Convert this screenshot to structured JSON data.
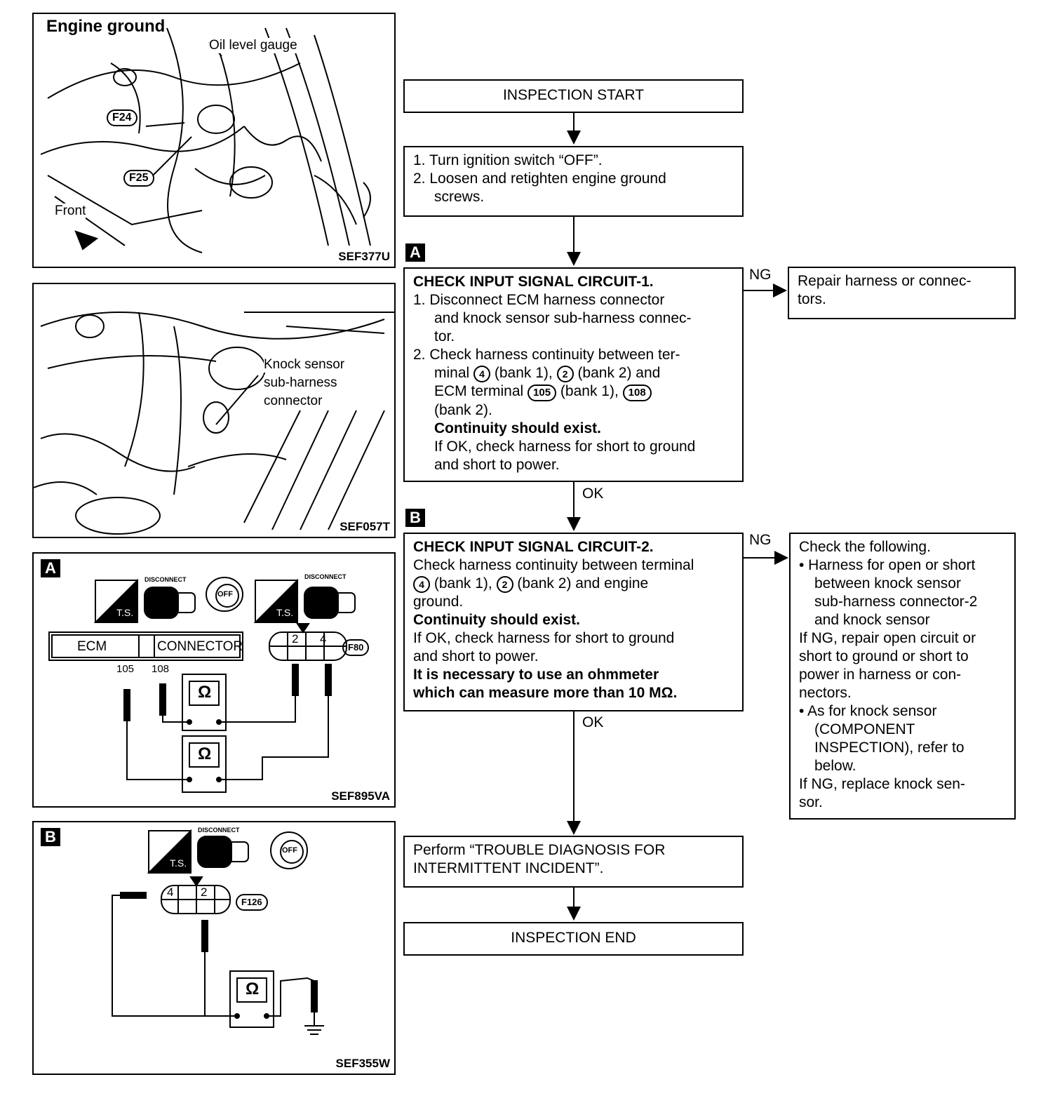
{
  "panels": {
    "p1": {
      "title": "Engine ground",
      "oil_label": "Oil level gauge",
      "f24": "F24",
      "f25": "F25",
      "front": "Front",
      "code": "SEF377U"
    },
    "p2": {
      "knock_l1": "Knock sensor",
      "knock_l2": "sub-harness",
      "knock_l3": "connector",
      "code": "SEF057T"
    },
    "p3": {
      "tag": "A",
      "disconnect": "DISCONNECT",
      "ts": "T.S.",
      "off": "OFF",
      "ecm": "ECM",
      "connector": "CONNECTOR",
      "t105": "105",
      "t108": "108",
      "pin2": "2",
      "pin4": "4",
      "conn": "F80",
      "ohm": "Ω",
      "code": "SEF895VA"
    },
    "p4": {
      "tag": "B",
      "disconnect": "DISCONNECT",
      "ts": "T.S.",
      "off": "OFF",
      "pin4": "4",
      "pin2": "2",
      "conn": "F126",
      "ohm": "Ω",
      "code": "SEF355W"
    }
  },
  "flow": {
    "start": "INSPECTION START",
    "step1": {
      "l1": "1. Turn ignition switch “OFF”.",
      "l2": "2. Loosen and retighten engine ground",
      "l3": "screws."
    },
    "tag_a": "A",
    "check1": {
      "title": "CHECK INPUT SIGNAL CIRCUIT-1.",
      "i1a": "1. Disconnect ECM harness connector",
      "i1b": "and knock sensor sub-harness connec-",
      "i1c": "tor.",
      "i2a": "2. Check harness continuity between ter-",
      "i2b_1": "minal",
      "c4": "4",
      "i2b_2": "(bank 1),",
      "c2": "2",
      "i2b_3": "(bank 2) and",
      "i2c_1": "ECM terminal",
      "t105": "105",
      "i2c_2": "(bank 1),",
      "t108": "108",
      "i2d": "(bank 2).",
      "cont": "Continuity should exist.",
      "ok1": "If OK, check harness for short to ground",
      "ok2": "and short to power."
    },
    "ng1": "NG",
    "repair": {
      "l1": "Repair harness or connec-",
      "l2": "tors."
    },
    "ok1": "OK",
    "tag_b": "B",
    "check2": {
      "title": "CHECK INPUT SIGNAL CIRCUIT-2.",
      "l1": "Check harness continuity between terminal",
      "c4": "4",
      "l2a": "(bank 1),",
      "c2": "2",
      "l2b": "(bank 2) and engine",
      "l3": "ground.",
      "cont": "Continuity should exist.",
      "ok1": "If OK, check harness for short to ground",
      "ok2": "and short to power.",
      "nec1": "It is necessary to use an ohmmeter",
      "nec2": "which can measure more than 10 MΩ."
    },
    "ng2": "NG",
    "following": {
      "l1": "Check the following.",
      "b1a": "• Harness for open or short",
      "b1b": "between knock sensor",
      "b1c": "sub-harness connector-2",
      "b1d": "and knock sensor",
      "ng1a": "If NG, repair open circuit or",
      "ng1b": "short to ground or short to",
      "ng1c": "power in harness or con-",
      "ng1d": "nectors.",
      "b2a": "• As for knock sensor",
      "b2b": "(COMPONENT",
      "b2c": "INSPECTION), refer to",
      "b2d": "below.",
      "ng2a": "If NG, replace knock sen-",
      "ng2b": "sor."
    },
    "ok2": "OK",
    "perform": {
      "l1": "Perform “TROUBLE DIAGNOSIS FOR",
      "l2": "INTERMITTENT INCIDENT”."
    },
    "end": "INSPECTION END"
  }
}
